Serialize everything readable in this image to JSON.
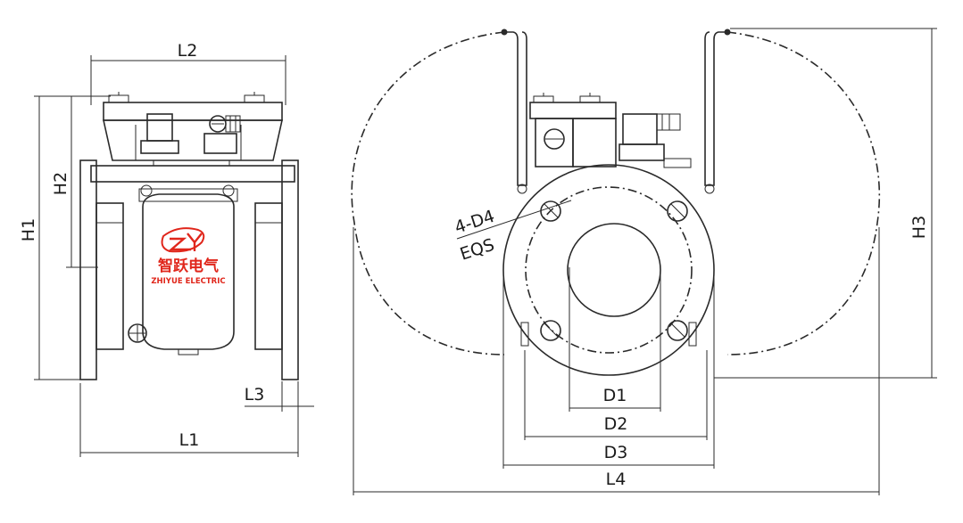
{
  "brand": {
    "name_cn": "智跃电气",
    "name_en": "ZHIYUE ELECTRIC",
    "color": "#e0261b"
  },
  "dimensions": {
    "L1": "L1",
    "L2": "L2",
    "L3": "L3",
    "L4": "L4",
    "H1": "H1",
    "H2": "H2",
    "H3": "H3",
    "D1": "D1",
    "D2": "D2",
    "D3": "D3",
    "bolt_holes": "4-D4",
    "eqs": "EQS"
  },
  "colors": {
    "line": "#2a2a2a",
    "text": "#1a1a1a",
    "background": "#ffffff"
  }
}
